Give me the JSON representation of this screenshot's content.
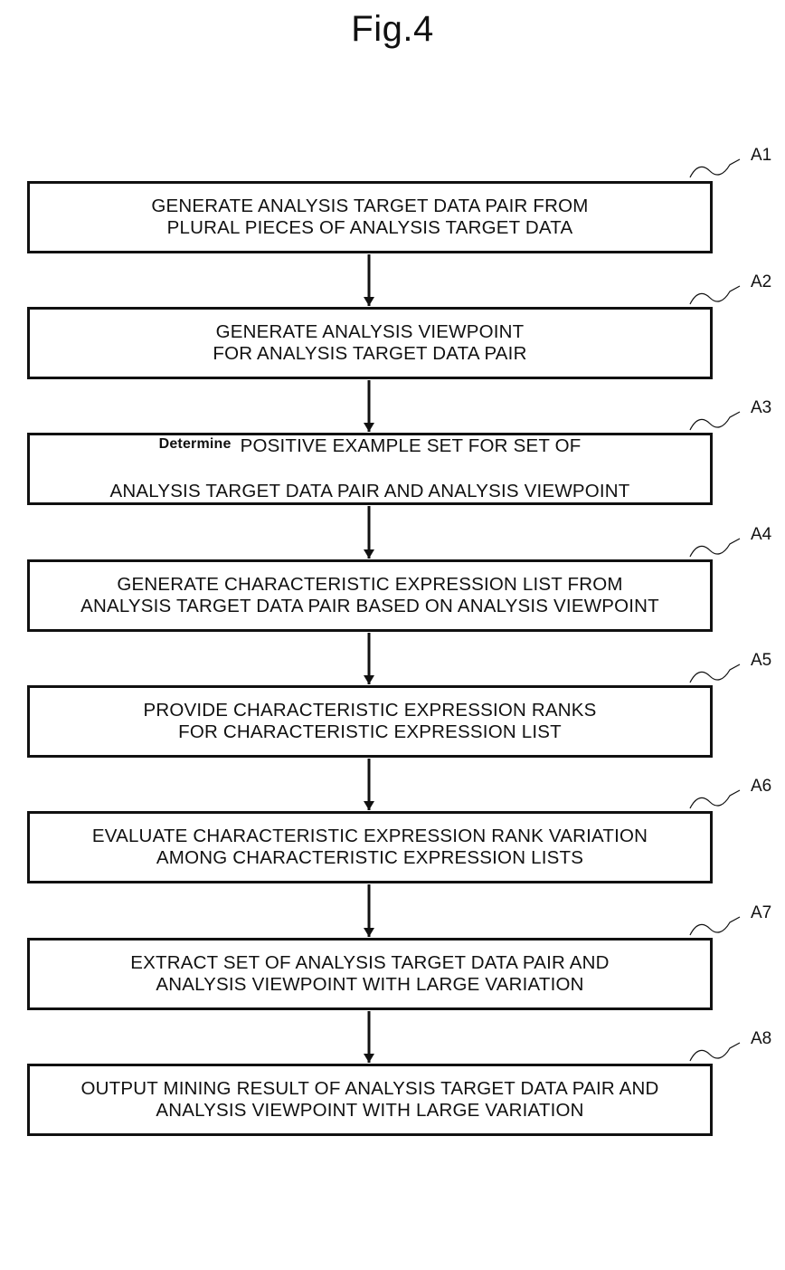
{
  "figure": {
    "title": "Fig.4"
  },
  "steps": [
    {
      "label": "A1",
      "lines": "GENERATE ANALYSIS TARGET DATA PAIR FROM\nPLURAL PIECES OF ANALYSIS TARGET DATA"
    },
    {
      "label": "A2",
      "lines": "GENERATE ANALYSIS VIEWPOINT\nFOR ANALYSIS TARGET DATA PAIR"
    },
    {
      "label": "A3",
      "prefix": "Determine",
      "line1_rest": "POSITIVE EXAMPLE SET FOR SET OF",
      "line2": "ANALYSIS TARGET DATA PAIR AND ANALYSIS VIEWPOINT"
    },
    {
      "label": "A4",
      "lines": "GENERATE CHARACTERISTIC EXPRESSION LIST FROM\nANALYSIS TARGET DATA PAIR BASED ON ANALYSIS VIEWPOINT"
    },
    {
      "label": "A5",
      "lines": "PROVIDE CHARACTERISTIC EXPRESSION RANKS\nFOR CHARACTERISTIC EXPRESSION LIST"
    },
    {
      "label": "A6",
      "lines": "EVALUATE CHARACTERISTIC EXPRESSION RANK VARIATION\nAMONG CHARACTERISTIC EXPRESSION LISTS"
    },
    {
      "label": "A7",
      "lines": "EXTRACT SET OF ANALYSIS TARGET DATA PAIR AND\nANALYSIS VIEWPOINT WITH LARGE VARIATION"
    },
    {
      "label": "A8",
      "lines": "OUTPUT MINING RESULT OF ANALYSIS TARGET DATA PAIR AND\nANALYSIS VIEWPOINT WITH LARGE VARIATION"
    }
  ]
}
